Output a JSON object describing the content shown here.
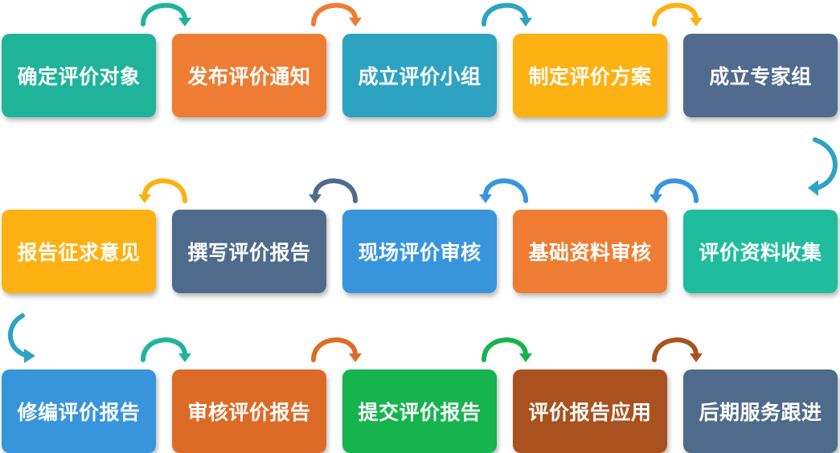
{
  "steps": [
    {
      "label": "确定评价对象",
      "color": "#1fb49a"
    },
    {
      "label": "发布评价通知",
      "color": "#ee7d33"
    },
    {
      "label": "成立评价小组",
      "color": "#2ea3c1"
    },
    {
      "label": "制定评价方案",
      "color": "#fdb112"
    },
    {
      "label": "成立专家组",
      "color": "#506b8e"
    },
    {
      "label": "评价资料收集",
      "color": "#1fbd9e"
    },
    {
      "label": "基础资料审核",
      "color": "#ee7d33"
    },
    {
      "label": "现场评价审核",
      "color": "#3895dc"
    },
    {
      "label": "撰写评价报告",
      "color": "#4f6b8c"
    },
    {
      "label": "报告征求意见",
      "color": "#fdb112"
    },
    {
      "label": "修编评价报告",
      "color": "#3895dc"
    },
    {
      "label": "审核评价报告",
      "color": "#dd6b28"
    },
    {
      "label": "提交评价报告",
      "color": "#16b34e"
    },
    {
      "label": "评价报告应用",
      "color": "#a9521f"
    },
    {
      "label": "后期服务跟进",
      "color": "#4f6b8c"
    }
  ],
  "arrows": [
    {
      "name": "arrow-1-to-2",
      "color": "#1fb49a"
    },
    {
      "name": "arrow-2-to-3",
      "color": "#ee7d33"
    },
    {
      "name": "arrow-3-to-4",
      "color": "#2ea3c1"
    },
    {
      "name": "arrow-4-to-5",
      "color": "#fdb112"
    },
    {
      "name": "arrow-5-to-6",
      "color": "#2ea3c1"
    },
    {
      "name": "arrow-6-to-7",
      "color": "#3895dc"
    },
    {
      "name": "arrow-7-to-8",
      "color": "#3895dc"
    },
    {
      "name": "arrow-8-to-9",
      "color": "#4f6b8c"
    },
    {
      "name": "arrow-9-to-10",
      "color": "#fdb112"
    },
    {
      "name": "arrow-10-to-11",
      "color": "#2ea3c1"
    },
    {
      "name": "arrow-11-to-12",
      "color": "#1fb49a"
    },
    {
      "name": "arrow-12-to-13",
      "color": "#dd6b28"
    },
    {
      "name": "arrow-13-to-14",
      "color": "#16b34e"
    },
    {
      "name": "arrow-14-to-15",
      "color": "#a9521f"
    }
  ]
}
